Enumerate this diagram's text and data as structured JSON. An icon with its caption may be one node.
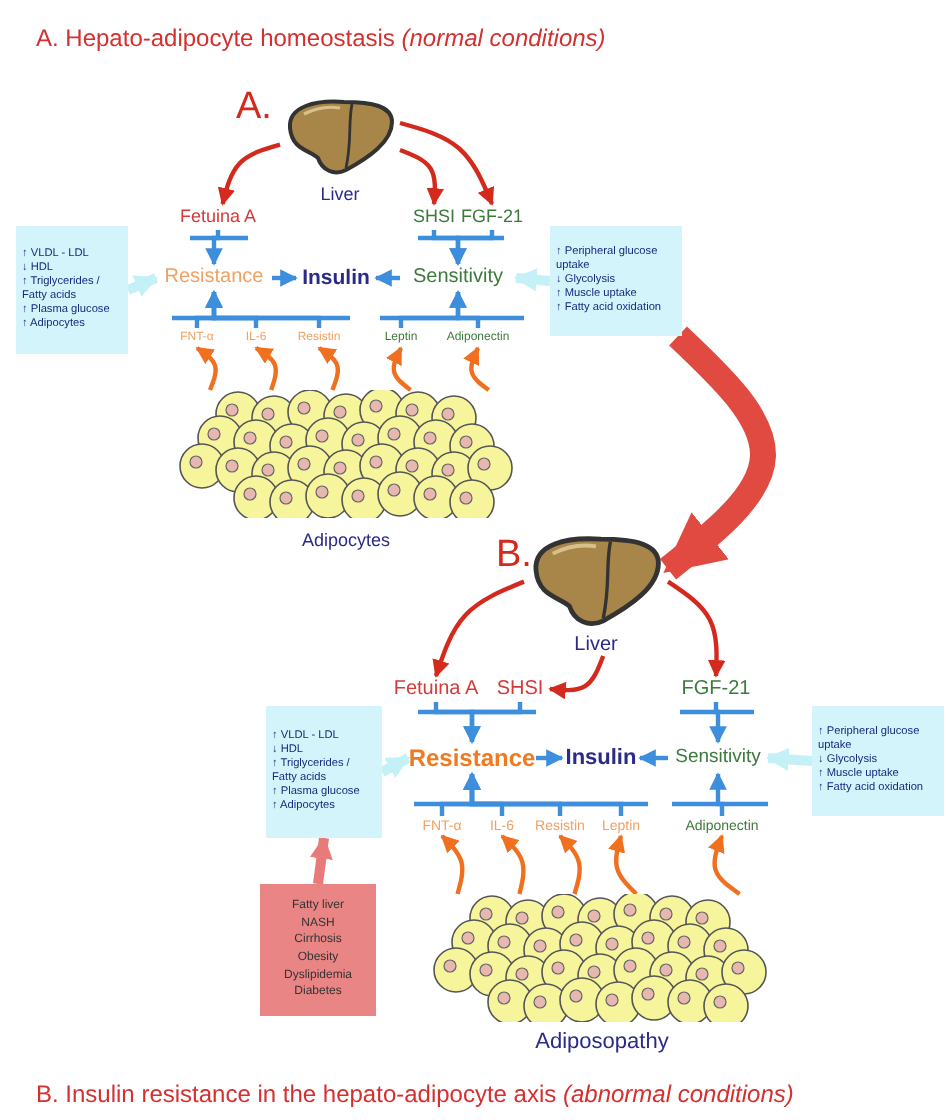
{
  "diagram": {
    "title": "A. Hepato-adipocyte homeostasis *(normal conditions)*",
    "caption": "B. Insulin resistance in the hepato-adipocyte axis *(abnormal conditions)*",
    "nodes": [
      {
        "text": [
          "Liver"
        ]
      },
      {
        "text": [
          "Fetuina A"
        ]
      },
      {
        "text": [
          "SHSI"
        ]
      },
      {
        "text": [
          "FGF-21"
        ]
      },
      {
        "text": [
          "Resistance"
        ]
      },
      {
        "text": [
          "Insulin"
        ]
      },
      {
        "text": [
          "Sensitivity"
        ]
      },
      {
        "text": [
          "↑ VLDL - LDL",
          "↓ HDL",
          "↑ Triglycerides / Fatty acids",
          "↑ Plasma glucose",
          "↑ Adipocytes"
        ]
      },
      {
        "text": [
          "↑ Peripheral glucose uptake",
          "↓ Glycolysis",
          "↑ Muscle uptake",
          "↑ Fatty acid oxidation"
        ]
      },
      {
        "text": [
          "FNT-α"
        ]
      },
      {
        "text": [
          "IL-6"
        ]
      },
      {
        "text": [
          "Resistin"
        ]
      },
      {
        "text": [
          "Leptin"
        ]
      },
      {
        "text": [
          "Adiponectin"
        ]
      },
      {
        "text": [
          "Adipocytes"
        ]
      },
      {
        "text": [
          "Liver"
        ]
      },
      {
        "text": [
          "Fetuina A"
        ]
      },
      {
        "text": [
          "SHSI"
        ]
      },
      {
        "text": [
          "FGF-21"
        ]
      },
      {
        "text": [
          "Resistance"
        ]
      },
      {
        "text": [
          "Insulin"
        ]
      },
      {
        "text": [
          "Sensitivity"
        ]
      },
      {
        "text": [
          "↑ VLDL - LDL",
          "↓ HDL",
          "↑ Triglycerides / Fatty acids",
          "↑ Plasma glucose",
          "↑ Adipocytes"
        ]
      },
      {
        "text": [
          "↑ Peripheral glucose uptake",
          "↓ Glycolysis",
          "↑ Muscle uptake",
          "↑ Fatty acid oxidation"
        ]
      },
      {
        "text": [
          "FNT-α"
        ]
      },
      {
        "text": [
          "IL-6"
        ]
      },
      {
        "text": [
          "Resistin"
        ]
      },
      {
        "text": [
          "Leptin"
        ]
      },
      {
        "text": [
          "Adiponectin"
        ]
      },
      {
        "text": [
          "Fatty liver",
          "NASH",
          "Cirrhosis",
          "Obesity",
          "Dyslipidemia",
          "Diabetes"
        ]
      },
      {
        "text": [
          "Adiposopathy"
        ]
      }
    ],
    "edges": [
      {
        "from": 0,
        "to": 1,
        "arrow": "to",
        "color": "#d42a1e"
      },
      {
        "from": 0,
        "to": 2,
        "arrow": "to",
        "color": "#d42a1e"
      },
      {
        "from": 0,
        "to": 3,
        "arrow": "to",
        "color": "#d42a1e"
      },
      {
        "from": 1,
        "to": 4,
        "arrow": "to"
      },
      {
        "from": 2,
        "to": 6,
        "arrow": "to"
      },
      {
        "from": 3,
        "to": 6,
        "arrow": "to"
      },
      {
        "from": 4,
        "to": 5,
        "arrow": "to"
      },
      {
        "from": 6,
        "to": 5,
        "arrow": "to"
      },
      {
        "from": 7,
        "to": 4,
        "arrow": "to",
        "style": "thick",
        "color": "#c4f0f7"
      },
      {
        "from": 8,
        "to": 6,
        "arrow": "to",
        "style": "thick",
        "color": "#c4f0f7"
      },
      {
        "from": 9,
        "to": 4,
        "arrow": "to"
      },
      {
        "from": 10,
        "to": 4,
        "arrow": "to"
      },
      {
        "from": 11,
        "to": 4,
        "arrow": "to"
      },
      {
        "from": 12,
        "to": 6,
        "arrow": "to"
      },
      {
        "from": 13,
        "to": 6,
        "arrow": "to"
      },
      {
        "from": 14,
        "to": 9,
        "arrow": "to",
        "color": "#f07020"
      },
      {
        "from": 14,
        "to": 10,
        "arrow": "to",
        "color": "#f07020"
      },
      {
        "from": 14,
        "to": 11,
        "arrow": "to",
        "color": "#f07020"
      },
      {
        "from": 14,
        "to": 12,
        "arrow": "to",
        "color": "#f07020"
      },
      {
        "from": 14,
        "to": 13,
        "arrow": "to",
        "color": "#f07020"
      },
      {
        "from": 8,
        "to": 15,
        "arrow": "to",
        "style": "thick",
        "color": "#e04a40"
      },
      {
        "from": 15,
        "to": 16,
        "arrow": "to",
        "color": "#d42a1e"
      },
      {
        "from": 15,
        "to": 17,
        "arrow": "to",
        "color": "#d42a1e"
      },
      {
        "from": 15,
        "to": 18,
        "arrow": "to",
        "color": "#d42a1e"
      },
      {
        "from": 16,
        "to": 19,
        "arrow": "to"
      },
      {
        "from": 17,
        "to": 19,
        "arrow": "to"
      },
      {
        "from": 18,
        "to": 21,
        "arrow": "to"
      },
      {
        "from": 19,
        "to": 20,
        "arrow": "to"
      },
      {
        "from": 21,
        "to": 20,
        "arrow": "to"
      },
      {
        "from": 22,
        "to": 19,
        "arrow": "to",
        "style": "thick",
        "color": "#c4f0f7"
      },
      {
        "from": 23,
        "to": 21,
        "arrow": "to",
        "style": "thick",
        "color": "#c4f0f7"
      },
      {
        "from": 24,
        "to": 19,
        "arrow": "to"
      },
      {
        "from": 25,
        "to": 19,
        "arrow": "to"
      },
      {
        "from": 26,
        "to": 19,
        "arrow": "to"
      },
      {
        "from": 27,
        "to": 19,
        "arrow": "to"
      },
      {
        "from": 28,
        "to": 21,
        "arrow": "to"
      },
      {
        "from": 29,
        "to": 22,
        "arrow": "to",
        "style": "thick",
        "color": "#e87a7a"
      },
      {
        "from": 30,
        "to": 24,
        "arrow": "to",
        "color": "#f07020"
      },
      {
        "from": 30,
        "to": 25,
        "arrow": "to",
        "color": "#f07020"
      },
      {
        "from": 30,
        "to": 26,
        "arrow": "to",
        "color": "#f07020"
      },
      {
        "from": 30,
        "to": 27,
        "arrow": "to",
        "color": "#f07020"
      },
      {
        "from": 30,
        "to": 28,
        "arrow": "to",
        "color": "#f07020"
      }
    ],
    "labels": [
      "A.",
      "B."
    ]
  }
}
